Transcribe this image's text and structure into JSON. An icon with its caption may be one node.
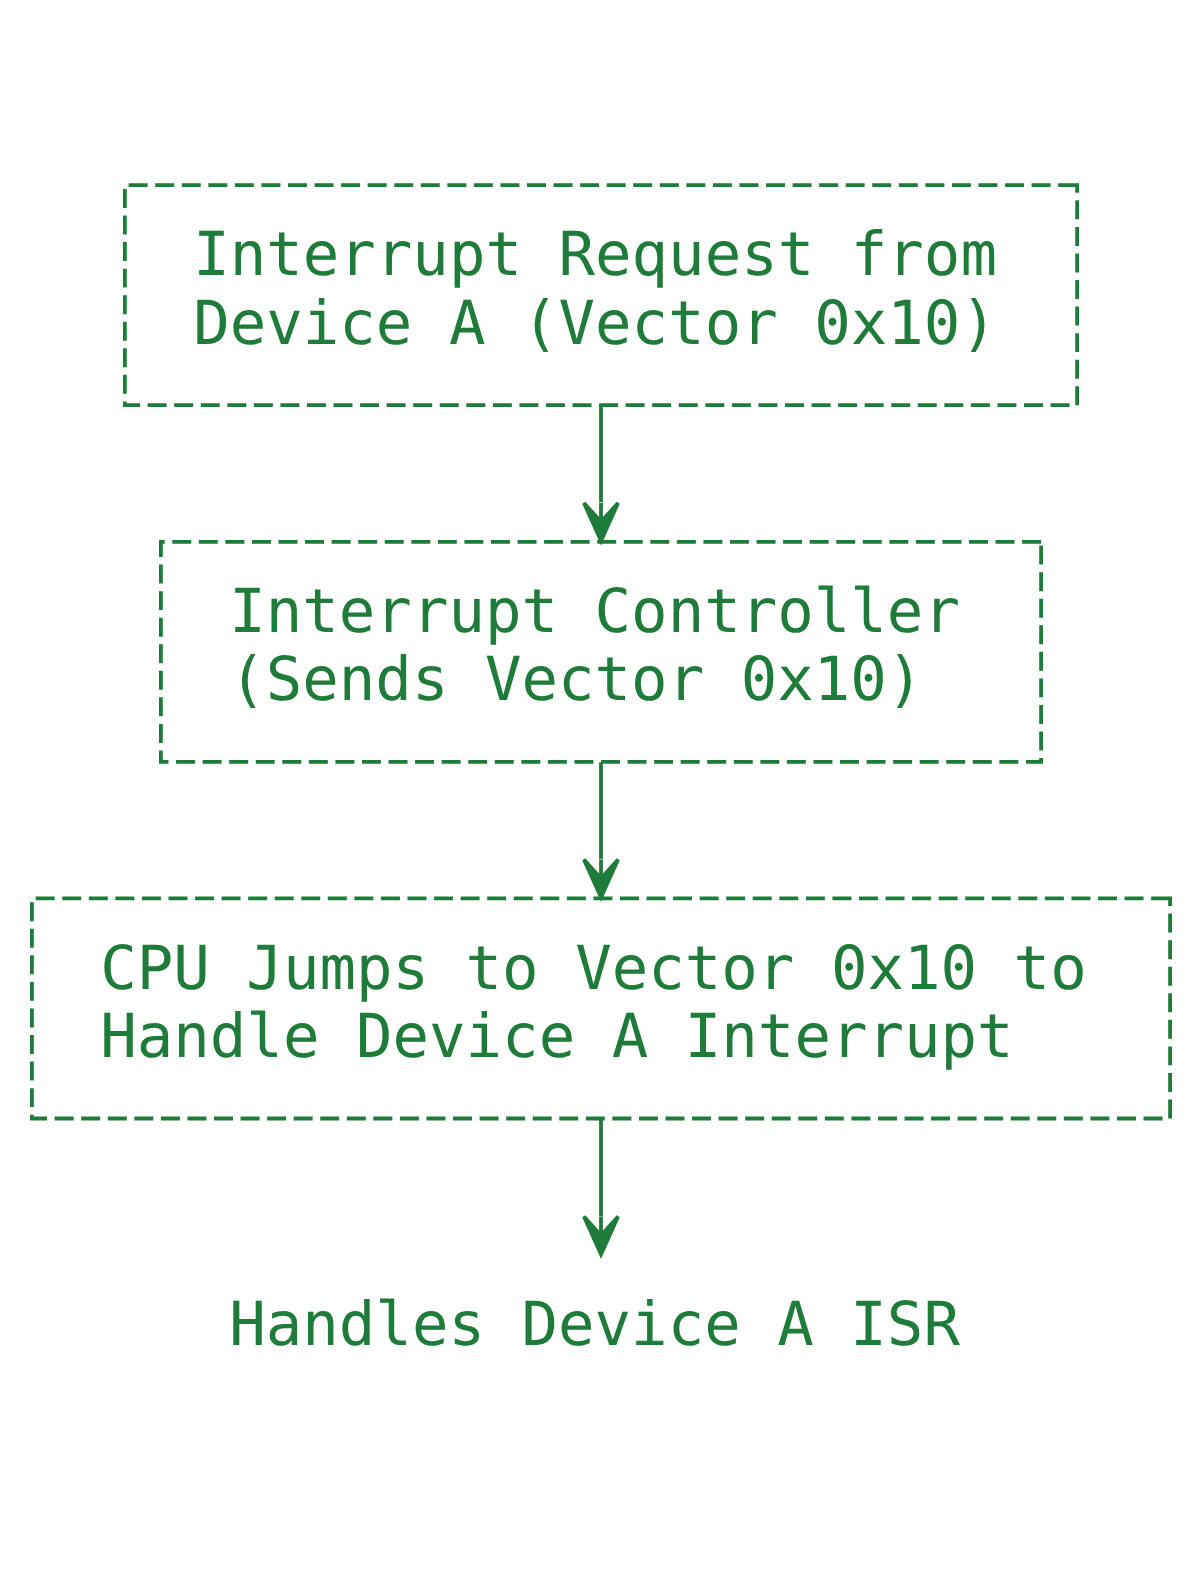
{
  "diagram": {
    "nodes": [
      {
        "text": [
          "Interrupt Request from Device A (Vector 0x10)"
        ]
      },
      {
        "text": [
          "Interrupt Controller (Sends Vector 0x10)"
        ]
      },
      {
        "text": [
          "CPU Jumps to Vector 0x10 to Handle Device A Interrupt"
        ]
      },
      {
        "text": [
          "Handles Device A ISR"
        ]
      }
    ],
    "edges": [
      {
        "from": 0,
        "to": 1,
        "arrow": "to"
      },
      {
        "from": 1,
        "to": 2,
        "arrow": "to"
      },
      {
        "from": 2,
        "to": 3,
        "arrow": "to"
      }
    ]
  }
}
